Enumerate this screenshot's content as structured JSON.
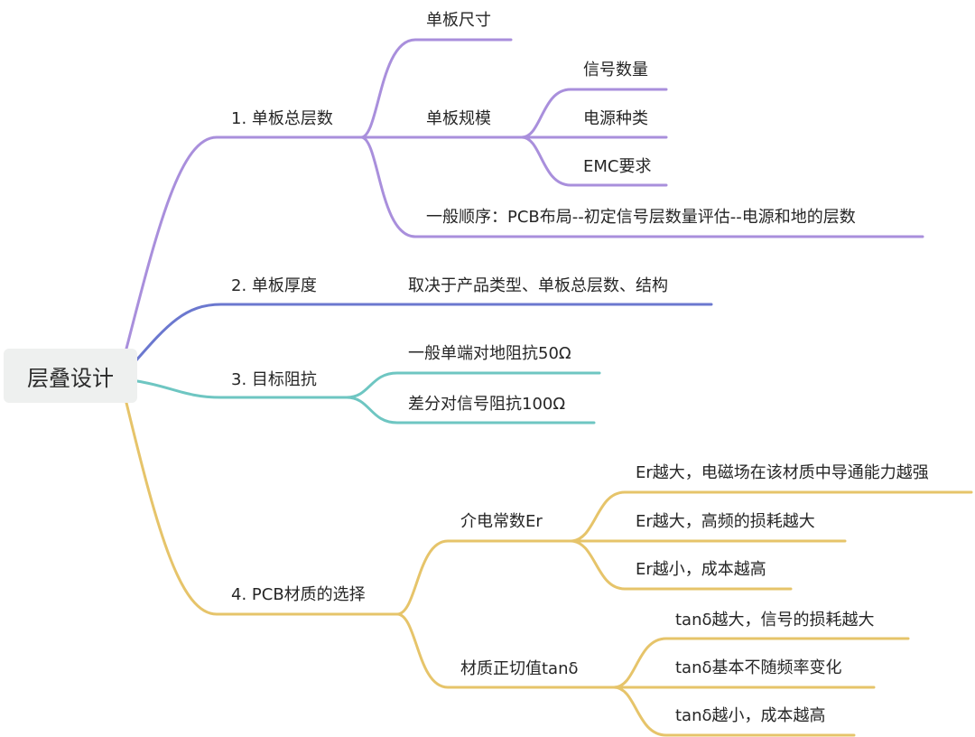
{
  "root": "层叠设计",
  "colors": {
    "purple": "#a98fdc",
    "blue": "#6b78cf",
    "teal": "#6ec6c2",
    "gold": "#e6c46a"
  },
  "branches": [
    {
      "label": "1. 单板总层数",
      "color": "purple",
      "children": [
        {
          "label": "单板尺寸"
        },
        {
          "label": "单板规模",
          "children": [
            "信号数量",
            "电源种类",
            "EMC要求"
          ]
        },
        {
          "label": "一般顺序：PCB布局--初定信号层数量评估--电源和地的层数"
        }
      ]
    },
    {
      "label": "2. 单板厚度",
      "color": "blue",
      "children": [
        {
          "label": "取决于产品类型、单板总层数、结构"
        }
      ]
    },
    {
      "label": "3. 目标阻抗",
      "color": "teal",
      "children": [
        {
          "label": "一般单端对地阻抗50Ω"
        },
        {
          "label": "差分对信号阻抗100Ω"
        }
      ]
    },
    {
      "label": "4. PCB材质的选择",
      "color": "gold",
      "children": [
        {
          "label": "介电常数Er",
          "children": [
            "Er越大，电磁场在该材质中导通能力越强",
            "Er越大，高频的损耗越大",
            "Er越小，成本越高"
          ]
        },
        {
          "label": "材质正切值tanδ",
          "children": [
            "tanδ越大，信号的损耗越大",
            "tanδ基本不随频率变化",
            "tanδ越小，成本越高"
          ]
        }
      ]
    }
  ]
}
